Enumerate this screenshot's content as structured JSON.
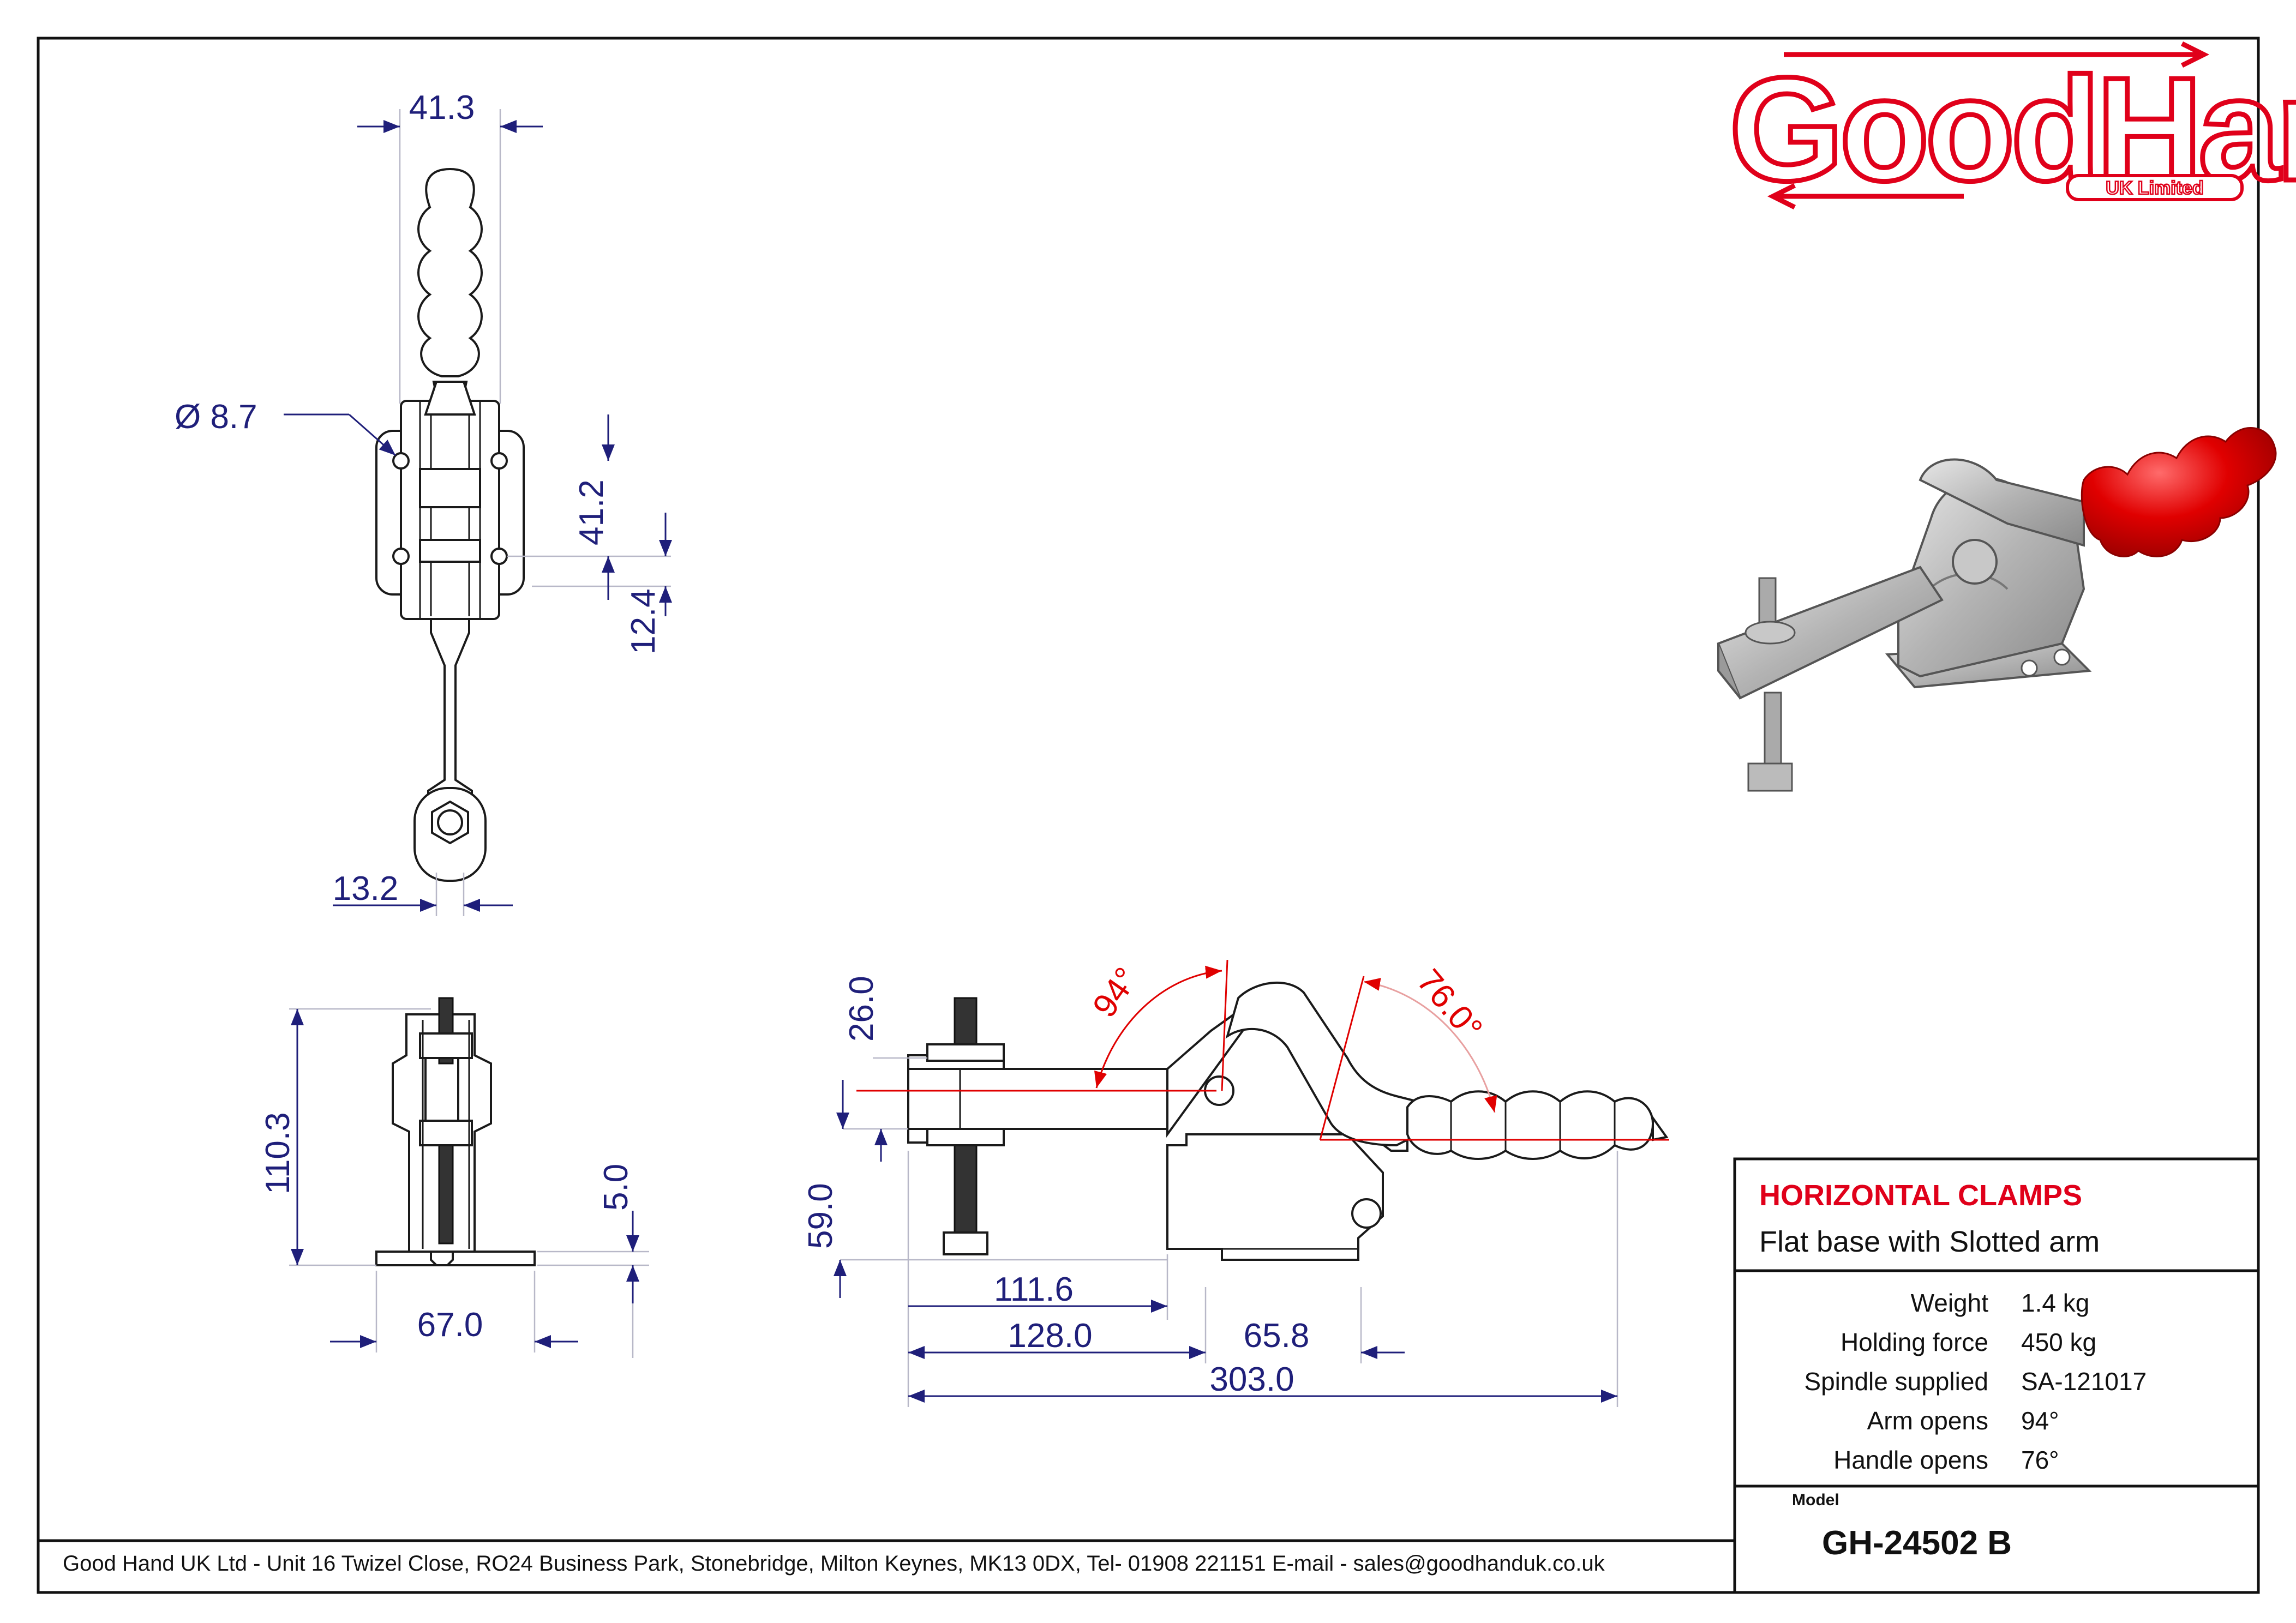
{
  "logo": {
    "brand": "GoodHand",
    "subtitle": "UK Limited",
    "color": "#e0001a"
  },
  "dimensions": {
    "top_view": {
      "handle_width": "41.3",
      "hole_diameter": "Ø 8.7",
      "hole_spacing": "41.2",
      "base_offset": "12.4",
      "arm_width": "13.2"
    },
    "end_view": {
      "height": "110.3",
      "base_thickness": "5.0",
      "base_width": "67.0"
    },
    "side_view": {
      "spindle_height": "26.0",
      "arm_height": "59.0",
      "spindle_to_base": "111.6",
      "arm_reach": "128.0",
      "base_length": "65.8",
      "overall_length": "303.0",
      "arm_angle": "94°",
      "handle_angle": "76.0°"
    }
  },
  "title_block": {
    "category": "HORIZONTAL CLAMPS",
    "description": "Flat base with Slotted arm",
    "specs": [
      {
        "label": "Weight",
        "value": "1.4 kg"
      },
      {
        "label": "Holding force",
        "value": "450 kg"
      },
      {
        "label": "Spindle supplied",
        "value": "SA-121017"
      },
      {
        "label": "Arm opens",
        "value": "94°"
      },
      {
        "label": "Handle opens",
        "value": "76°"
      }
    ],
    "model_label": "Model",
    "model": "GH-24502 B"
  },
  "footer": {
    "address": "Good Hand UK Ltd  - Unit 16 Twizel Close, RO24 Business Park, Stonebridge, Milton Keynes, MK13 0DX,  Tel- 01908 221151  E-mail - sales@goodhanduk.co.uk"
  },
  "colors": {
    "dimension": "#1f1f7a",
    "accent_red": "#e0001a",
    "handle_red": "#e00000",
    "metal": "#b9b9b9"
  }
}
